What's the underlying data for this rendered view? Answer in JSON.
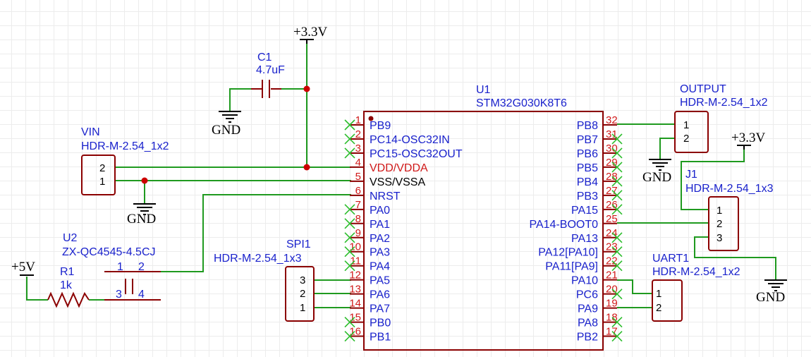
{
  "power": {
    "vcc_top": "+3.3V",
    "vcc_right": "+3.3V",
    "vcc_left": "+5V",
    "gnd_cap": "GND",
    "gnd_vin": "GND",
    "gnd_output": "GND",
    "gnd_uart": "GND"
  },
  "c1": {
    "ref": "C1",
    "value": "4.7uF"
  },
  "vin": {
    "ref": "VIN",
    "value": "HDR-M-2.54_1x2",
    "pins": [
      "2",
      "1"
    ]
  },
  "u2": {
    "ref": "U2",
    "value": "ZX-QC4545-4.5CJ",
    "pins": [
      "1",
      "2",
      "3",
      "4"
    ]
  },
  "r1": {
    "ref": "R1",
    "value": "1k"
  },
  "spi1": {
    "ref": "SPI1",
    "value": "HDR-M-2.54_1x3",
    "pins": [
      "3",
      "2",
      "1"
    ]
  },
  "u1": {
    "ref": "U1",
    "value": "STM32G030K8T6",
    "left_pins": [
      {
        "num": "1",
        "name": "PB9"
      },
      {
        "num": "2",
        "name": "PC14-OSC32IN"
      },
      {
        "num": "3",
        "name": "PC15-OSC32OUT"
      },
      {
        "num": "4",
        "name": "VDD/VDDA"
      },
      {
        "num": "5",
        "name": "VSS/VSSA"
      },
      {
        "num": "6",
        "name": "NRST"
      },
      {
        "num": "7",
        "name": "PA0"
      },
      {
        "num": "8",
        "name": "PA1"
      },
      {
        "num": "9",
        "name": "PA2"
      },
      {
        "num": "10",
        "name": "PA3"
      },
      {
        "num": "11",
        "name": "PA4"
      },
      {
        "num": "12",
        "name": "PA5"
      },
      {
        "num": "13",
        "name": "PA6"
      },
      {
        "num": "14",
        "name": "PA7"
      },
      {
        "num": "15",
        "name": "PB0"
      },
      {
        "num": "16",
        "name": "PB1"
      }
    ],
    "right_pins": [
      {
        "num": "32",
        "name": "PB8"
      },
      {
        "num": "31",
        "name": "PB7"
      },
      {
        "num": "30",
        "name": "PB6"
      },
      {
        "num": "29",
        "name": "PB5"
      },
      {
        "num": "28",
        "name": "PB4"
      },
      {
        "num": "27",
        "name": "PB3"
      },
      {
        "num": "26",
        "name": "PA15"
      },
      {
        "num": "25",
        "name": "PA14-BOOT0"
      },
      {
        "num": "24",
        "name": "PA13"
      },
      {
        "num": "23",
        "name": "PA12[PA10]"
      },
      {
        "num": "22",
        "name": "PA11[PA9]"
      },
      {
        "num": "21",
        "name": "PA10"
      },
      {
        "num": "20",
        "name": "PC6"
      },
      {
        "num": "19",
        "name": "PA9"
      },
      {
        "num": "18",
        "name": "PA8"
      },
      {
        "num": "17",
        "name": "PB2"
      }
    ]
  },
  "output": {
    "ref": "OUTPUT",
    "value": "HDR-M-2.54_1x2",
    "pins": [
      "1",
      "2"
    ]
  },
  "j1": {
    "ref": "J1",
    "value": "HDR-M-2.54_1x3",
    "pins": [
      "1",
      "2",
      "3"
    ]
  },
  "uart1": {
    "ref": "UART1",
    "value": "HDR-M-2.54_1x2",
    "pins": [
      "1",
      "2"
    ]
  },
  "colors": {
    "wire": "#1f9a1f",
    "symbol": "#8b0000",
    "pin_number": "#d01818",
    "label": "#1a22cc",
    "junction": "#cc0000",
    "no_connect": "#2dbd2d",
    "grid": "#ececec"
  }
}
